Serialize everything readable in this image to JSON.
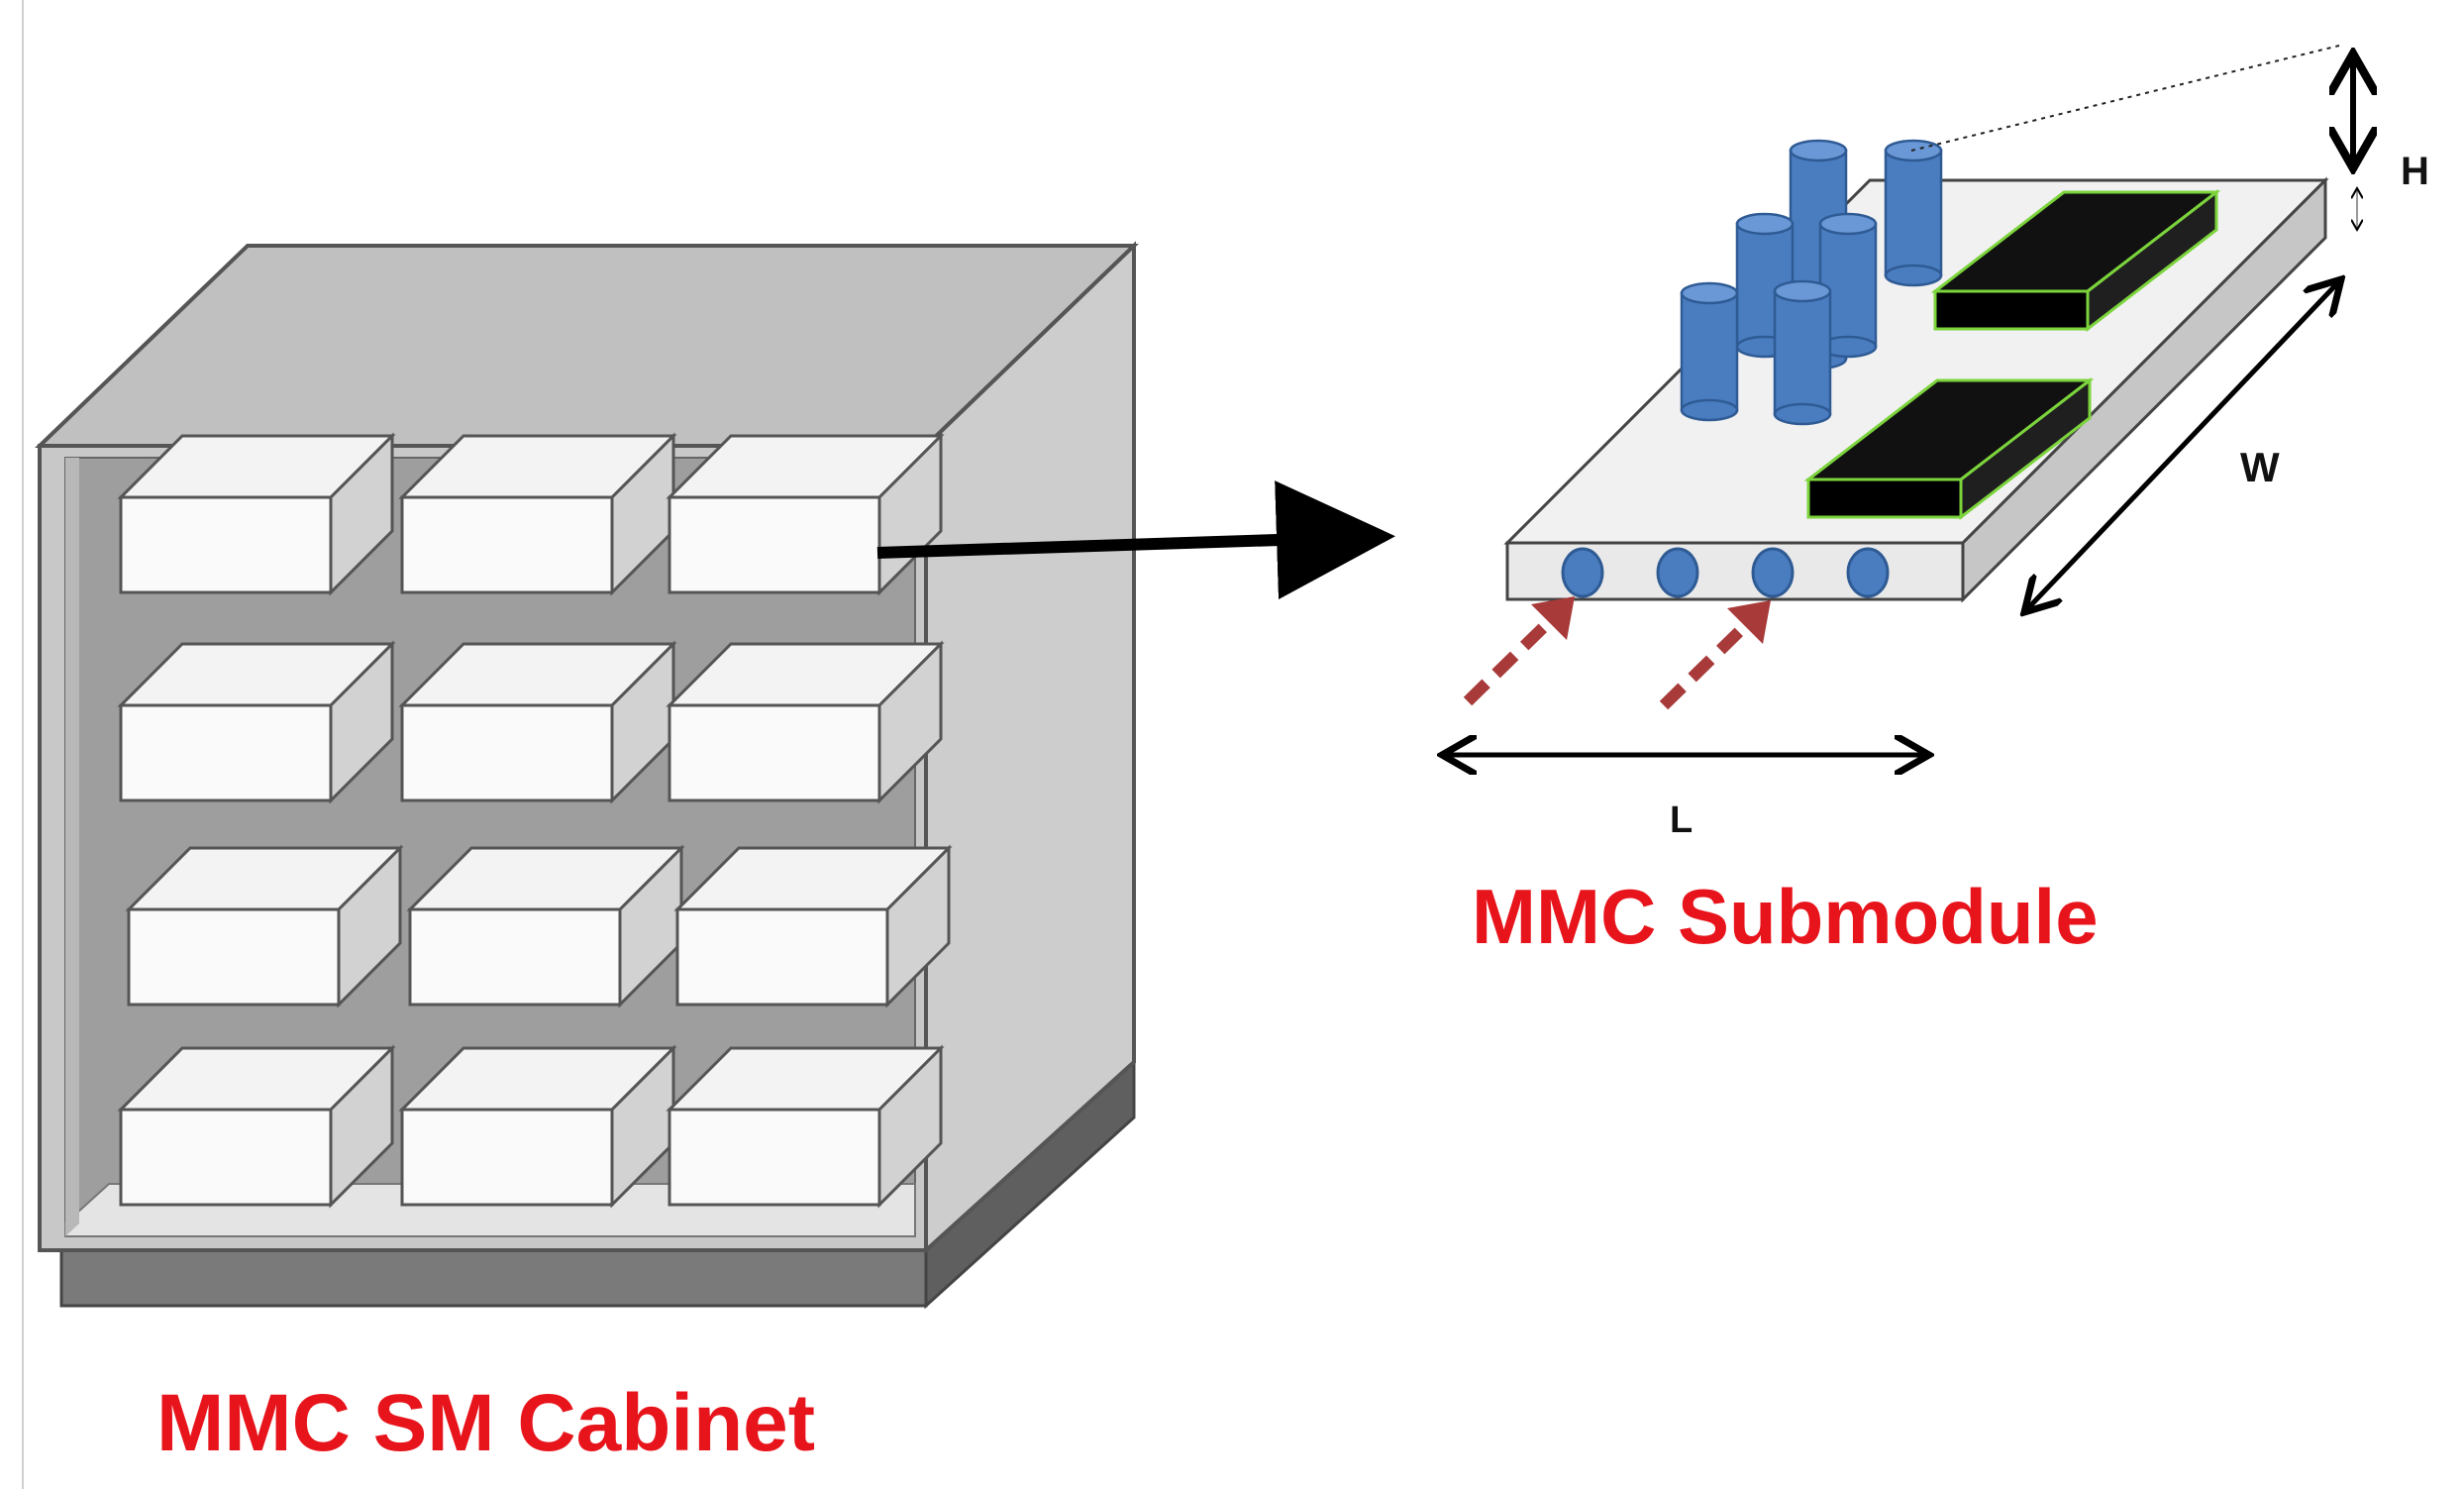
{
  "cabinet": {
    "caption": "MMC SM Cabinet",
    "module_rows": 4,
    "modules_per_row": 3
  },
  "submodule": {
    "caption": "MMC Submodule",
    "dimension_labels": {
      "height": "H",
      "width": "W",
      "length": "L"
    },
    "capacitor_count": 6,
    "chip_count": 2,
    "cooling_hole_count": 4,
    "airflow_arrow_count": 2
  },
  "colors": {
    "caption_red": "#e8141c",
    "cabinet_gray": "#c3c3c3",
    "capacitor_blue": "#4a7cc0",
    "chip_black": "#111111",
    "chip_outline": "#7cd43c",
    "airflow_arrow": "#a83a3a"
  }
}
